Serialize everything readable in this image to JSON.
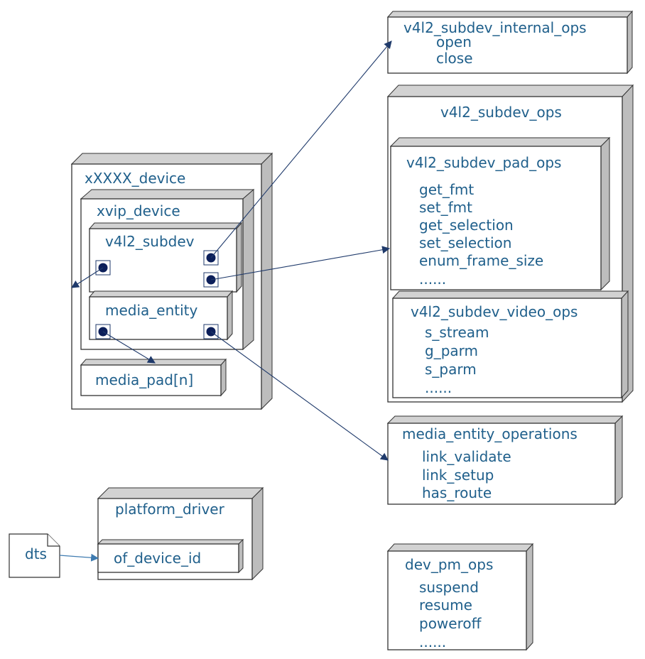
{
  "nodes": {
    "xXXXX_device": "xXXXX_device",
    "xvip_device": "xvip_device",
    "v4l2_subdev": "v4l2_subdev",
    "media_entity": "media_entity",
    "media_pad": "media_pad[n]",
    "platform_driver": "platform_driver",
    "of_device_id": "of_device_id",
    "dts": "dts"
  },
  "internal_ops": {
    "title": "v4l2_subdev_internal_ops",
    "items": [
      "open",
      "close"
    ]
  },
  "subdev_ops": {
    "title": "v4l2_subdev_ops",
    "pad_ops": {
      "title": "v4l2_subdev_pad_ops",
      "items": [
        "get_fmt",
        "set_fmt",
        "get_selection",
        "set_selection",
        "enum_frame_size",
        "......"
      ]
    },
    "video_ops": {
      "title": "v4l2_subdev_video_ops",
      "items": [
        "s_stream",
        "g_parm",
        "s_parm",
        "......"
      ]
    }
  },
  "entity_ops": {
    "title": "media_entity_operations",
    "items": [
      "link_validate",
      "link_setup",
      "has_route"
    ]
  },
  "pm_ops": {
    "title": "dev_pm_ops",
    "items": [
      "suspend",
      "resume",
      "poweroff",
      "......"
    ]
  }
}
